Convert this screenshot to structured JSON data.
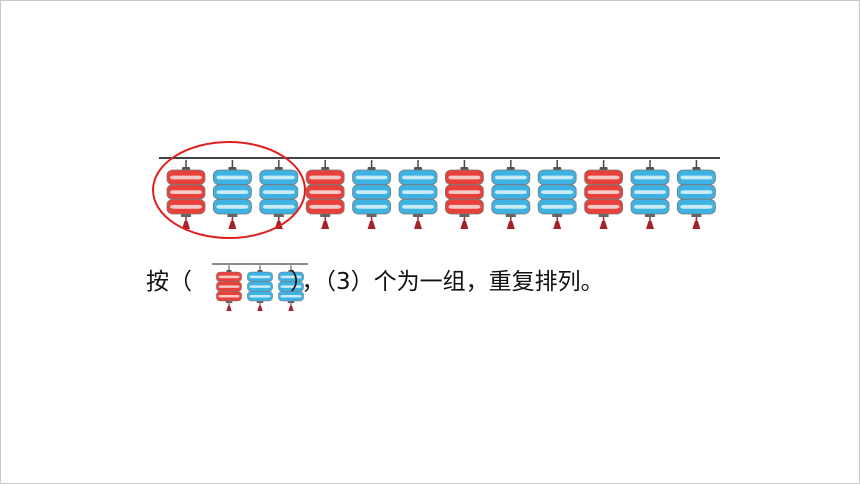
{
  "sequence": [
    "red",
    "blue",
    "blue",
    "red",
    "blue",
    "blue",
    "red",
    "blue",
    "blue",
    "red",
    "blue",
    "blue"
  ],
  "group": [
    "red",
    "blue",
    "blue"
  ],
  "colors": {
    "red": "#e8413c",
    "red_light": "#f7c9c6",
    "blue": "#3fb2e4",
    "blue_light": "#c7ecf8",
    "tassel": "#a3232a",
    "circle": "#e02020",
    "wire": "#444444"
  },
  "text": {
    "prefix": "按（",
    "suffix": "），（3）个为一组，重复排列。"
  }
}
